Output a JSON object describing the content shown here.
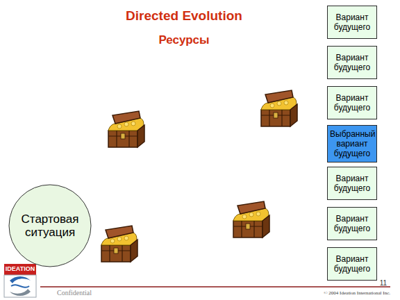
{
  "diagram": {
    "title": "Directed Evolution",
    "nodes": [
      {
        "text": [
          "Вариант будущего"
        ]
      },
      {
        "text": [
          "Вариант будущего"
        ]
      },
      {
        "text": [
          "Вариант будущего"
        ]
      },
      {
        "text": [
          "Выбранный вариант будущего"
        ]
      },
      {
        "text": [
          "Вариант будущего"
        ]
      },
      {
        "text": [
          "Вариант будущего"
        ]
      },
      {
        "text": [
          "Вариант будущего"
        ]
      },
      {
        "text": [
          "Стартовая ситуация"
        ]
      }
    ],
    "labels": [
      "Ресурсы",
      "IDEATION",
      "Confidential",
      "© 2004 Ideation International Inc.",
      "11"
    ]
  }
}
